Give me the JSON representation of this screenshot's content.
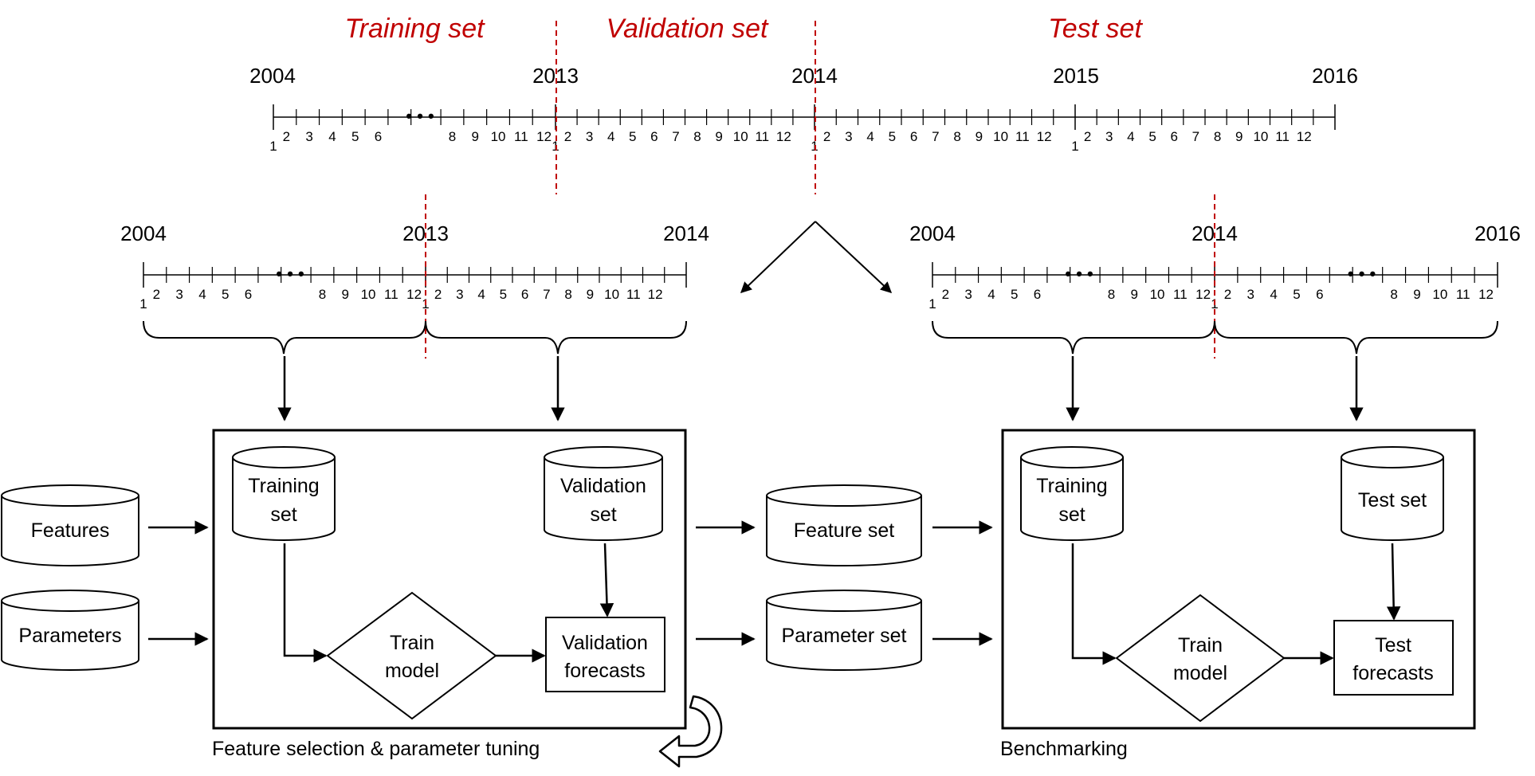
{
  "top_timeline": {
    "titles": {
      "training": "Training set",
      "validation": "Validation set",
      "test": "Test set"
    },
    "years": [
      "2004",
      "2013",
      "2014",
      "2015",
      "2016"
    ],
    "ellipsis": "• • •",
    "months_first_block": [
      "1",
      "2",
      "3",
      "4",
      "5",
      "6"
    ],
    "months_second_block": [
      "8",
      "9",
      "10",
      "11",
      "12"
    ],
    "months_full": [
      "1",
      "2",
      "3",
      "4",
      "5",
      "6",
      "7",
      "8",
      "9",
      "10",
      "11",
      "12"
    ]
  },
  "left_timeline": {
    "years": [
      "2004",
      "2013",
      "2014"
    ],
    "ellipsis": "• • •"
  },
  "right_timeline": {
    "years": [
      "2004",
      "2014",
      "2016"
    ],
    "ellipsis": "• • •"
  },
  "left_inputs": {
    "features": "Features",
    "parameters": "Parameters"
  },
  "tuning_box": {
    "training_set_line1": "Training",
    "training_set_line2": "set",
    "validation_set_line1": "Validation",
    "validation_set_line2": "set",
    "train_model_line1": "Train",
    "train_model_line2": "model",
    "validation_forecasts_line1": "Validation",
    "validation_forecasts_line2": "forecasts",
    "caption": "Feature selection & parameter tuning"
  },
  "middle_outputs": {
    "feature_set": "Feature set",
    "parameter_set": "Parameter set"
  },
  "benchmark_box": {
    "training_set_line1": "Training",
    "training_set_line2": "set",
    "test_set": "Test set",
    "train_model_line1": "Train",
    "train_model_line2": "model",
    "test_forecasts_line1": "Test",
    "test_forecasts_line2": "forecasts",
    "caption": "Benchmarking"
  },
  "colors": {
    "accent_red": "#c00000",
    "ink": "#000000",
    "background": "#ffffff"
  }
}
